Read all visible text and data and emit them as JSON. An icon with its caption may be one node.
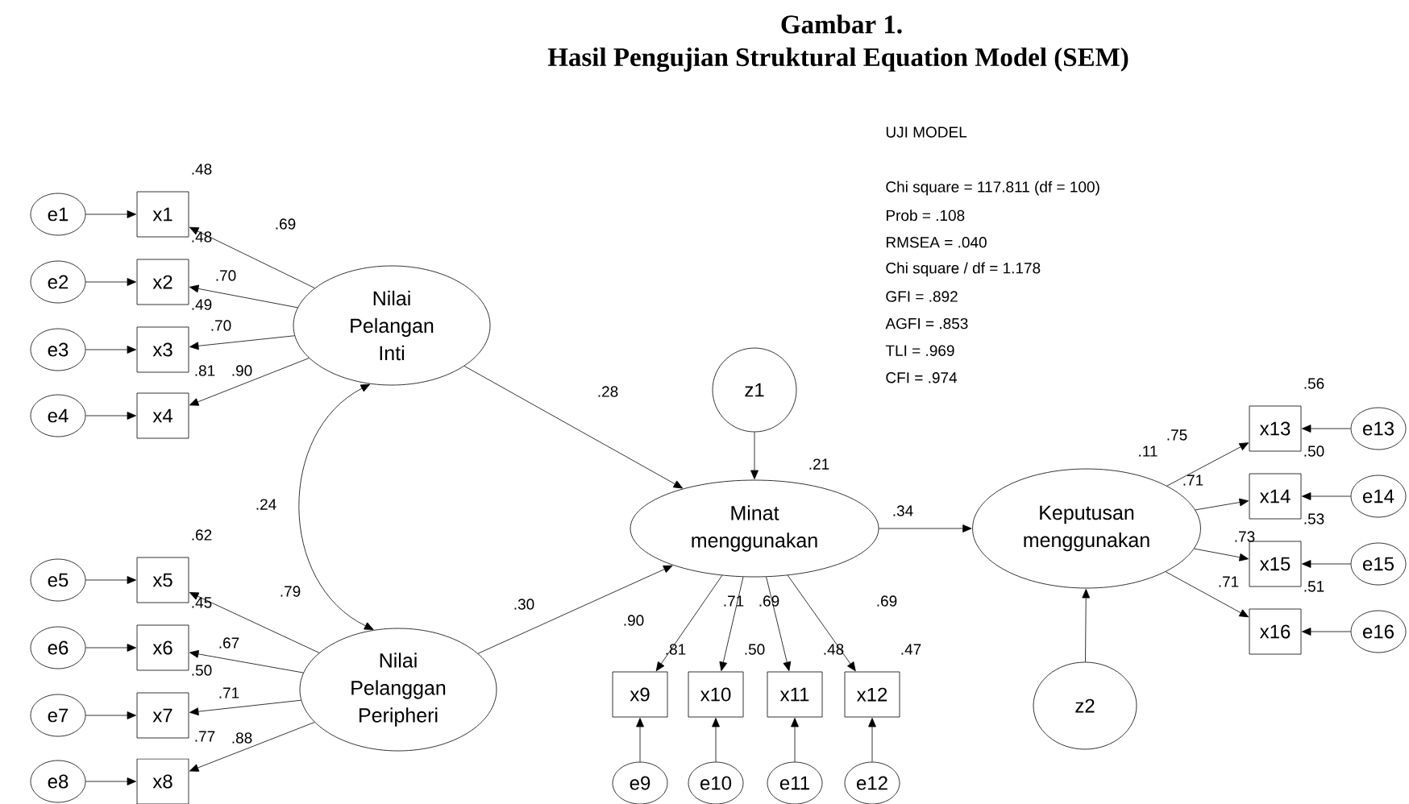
{
  "diagram": {
    "title": "Gambar 1.",
    "caption": "Hasil Pengujian Struktural Equation Model (SEM)",
    "nodes": [
      {
        "text": [
          "e1"
        ]
      },
      {
        "text": [
          "x1"
        ]
      },
      {
        "text": [
          "e2"
        ]
      },
      {
        "text": [
          "x2"
        ]
      },
      {
        "text": [
          "e3"
        ]
      },
      {
        "text": [
          "x3"
        ]
      },
      {
        "text": [
          "e4"
        ]
      },
      {
        "text": [
          "x4"
        ]
      },
      {
        "text": [
          "Nilai Pelangan Inti"
        ]
      },
      {
        "text": [
          "e5"
        ]
      },
      {
        "text": [
          "x5"
        ]
      },
      {
        "text": [
          "e6"
        ]
      },
      {
        "text": [
          "x6"
        ]
      },
      {
        "text": [
          "e7"
        ]
      },
      {
        "text": [
          "x7"
        ]
      },
      {
        "text": [
          "e8"
        ]
      },
      {
        "text": [
          "x8"
        ]
      },
      {
        "text": [
          "Nilai Pelanggan Peripheri"
        ]
      },
      {
        "text": [
          "z1"
        ]
      },
      {
        "text": [
          "Minat menggunakan"
        ],
        "beside": [
          ".21"
        ]
      },
      {
        "text": [
          "x9"
        ]
      },
      {
        "text": [
          "x10"
        ]
      },
      {
        "text": [
          "x11"
        ]
      },
      {
        "text": [
          "x12"
        ]
      },
      {
        "text": [
          "e9"
        ]
      },
      {
        "text": [
          "e10"
        ]
      },
      {
        "text": [
          "e11"
        ]
      },
      {
        "text": [
          "e12"
        ]
      },
      {
        "text": [
          "Keputusan menggunakan"
        ],
        "beside": [
          ".11"
        ]
      },
      {
        "text": [
          "x13"
        ]
      },
      {
        "text": [
          "e13"
        ]
      },
      {
        "text": [
          "x14"
        ]
      },
      {
        "text": [
          "e14"
        ]
      },
      {
        "text": [
          "x15"
        ]
      },
      {
        "text": [
          "e15"
        ]
      },
      {
        "text": [
          "x16"
        ]
      },
      {
        "text": [
          "e16"
        ]
      },
      {
        "text": [
          "z2"
        ]
      }
    ],
    "edges": [
      {
        "from": 0,
        "to": 1,
        "arrow": "to"
      },
      {
        "from": 2,
        "to": 3,
        "arrow": "to"
      },
      {
        "from": 4,
        "to": 5,
        "arrow": "to"
      },
      {
        "from": 6,
        "to": 7,
        "arrow": "to"
      },
      {
        "from": 8,
        "to": 1,
        "arrow": "to",
        "label": ".69"
      },
      {
        "from": 8,
        "to": 3,
        "arrow": "to",
        "label": ".70"
      },
      {
        "from": 8,
        "to": 5,
        "arrow": "to",
        "label": ".70"
      },
      {
        "from": 8,
        "to": 7,
        "arrow": "to",
        "label": ".90"
      },
      {
        "from": 9,
        "to": 10,
        "arrow": "to"
      },
      {
        "from": 11,
        "to": 12,
        "arrow": "to"
      },
      {
        "from": 13,
        "to": 14,
        "arrow": "to"
      },
      {
        "from": 15,
        "to": 16,
        "arrow": "to"
      },
      {
        "from": 17,
        "to": 10,
        "arrow": "to",
        "label": ".79"
      },
      {
        "from": 17,
        "to": 12,
        "arrow": "to",
        "label": ".67"
      },
      {
        "from": 17,
        "to": 14,
        "arrow": "to",
        "label": ".71"
      },
      {
        "from": 17,
        "to": 16,
        "arrow": "to",
        "label": ".88"
      },
      {
        "from": 8,
        "to": 17,
        "arrow": "both",
        "label": ".24"
      },
      {
        "from": 8,
        "to": 19,
        "arrow": "to",
        "label": ".28"
      },
      {
        "from": 17,
        "to": 19,
        "arrow": "to",
        "label": ".30"
      },
      {
        "from": 18,
        "to": 19,
        "arrow": "to"
      },
      {
        "from": 19,
        "to": 20,
        "arrow": "to",
        "label": ".90"
      },
      {
        "from": 19,
        "to": 21,
        "arrow": "to",
        "label": ".71"
      },
      {
        "from": 19,
        "to": 22,
        "arrow": "to",
        "label": ".69"
      },
      {
        "from": 19,
        "to": 23,
        "arrow": "to",
        "label": ".69"
      },
      {
        "from": 24,
        "to": 20,
        "arrow": "to"
      },
      {
        "from": 25,
        "to": 21,
        "arrow": "to"
      },
      {
        "from": 26,
        "to": 22,
        "arrow": "to"
      },
      {
        "from": 27,
        "to": 23,
        "arrow": "to"
      },
      {
        "from": 19,
        "to": 28,
        "arrow": "to",
        "label": ".34"
      },
      {
        "from": 28,
        "to": 29,
        "arrow": "to",
        "label": ".75"
      },
      {
        "from": 28,
        "to": 31,
        "arrow": "to",
        "label": ".71"
      },
      {
        "from": 28,
        "to": 33,
        "arrow": "to",
        "label": ".73"
      },
      {
        "from": 28,
        "to": 35,
        "arrow": "to",
        "label": ".71"
      },
      {
        "from": 30,
        "to": 29,
        "arrow": "to"
      },
      {
        "from": 32,
        "to": 31,
        "arrow": "to"
      },
      {
        "from": 34,
        "to": 33,
        "arrow": "to"
      },
      {
        "from": 36,
        "to": 35,
        "arrow": "to"
      },
      {
        "from": 37,
        "to": 28,
        "arrow": "to"
      }
    ],
    "labels": [
      "UJI MODEL",
      "Chi square = 117.811  (df = 100)",
      "Prob = .108",
      "RMSEA = .040",
      "Chi square / df = 1.178",
      "GFI = .892",
      "AGFI = .853",
      "TLI = .969",
      "CFI = .974",
      ".48",
      ".48",
      ".49",
      ".81",
      ".56",
      ".50",
      ".53",
      ".51",
      ".62",
      ".45",
      ".50",
      ".77",
      ".81",
      ".50",
      ".48",
      ".47"
    ]
  }
}
